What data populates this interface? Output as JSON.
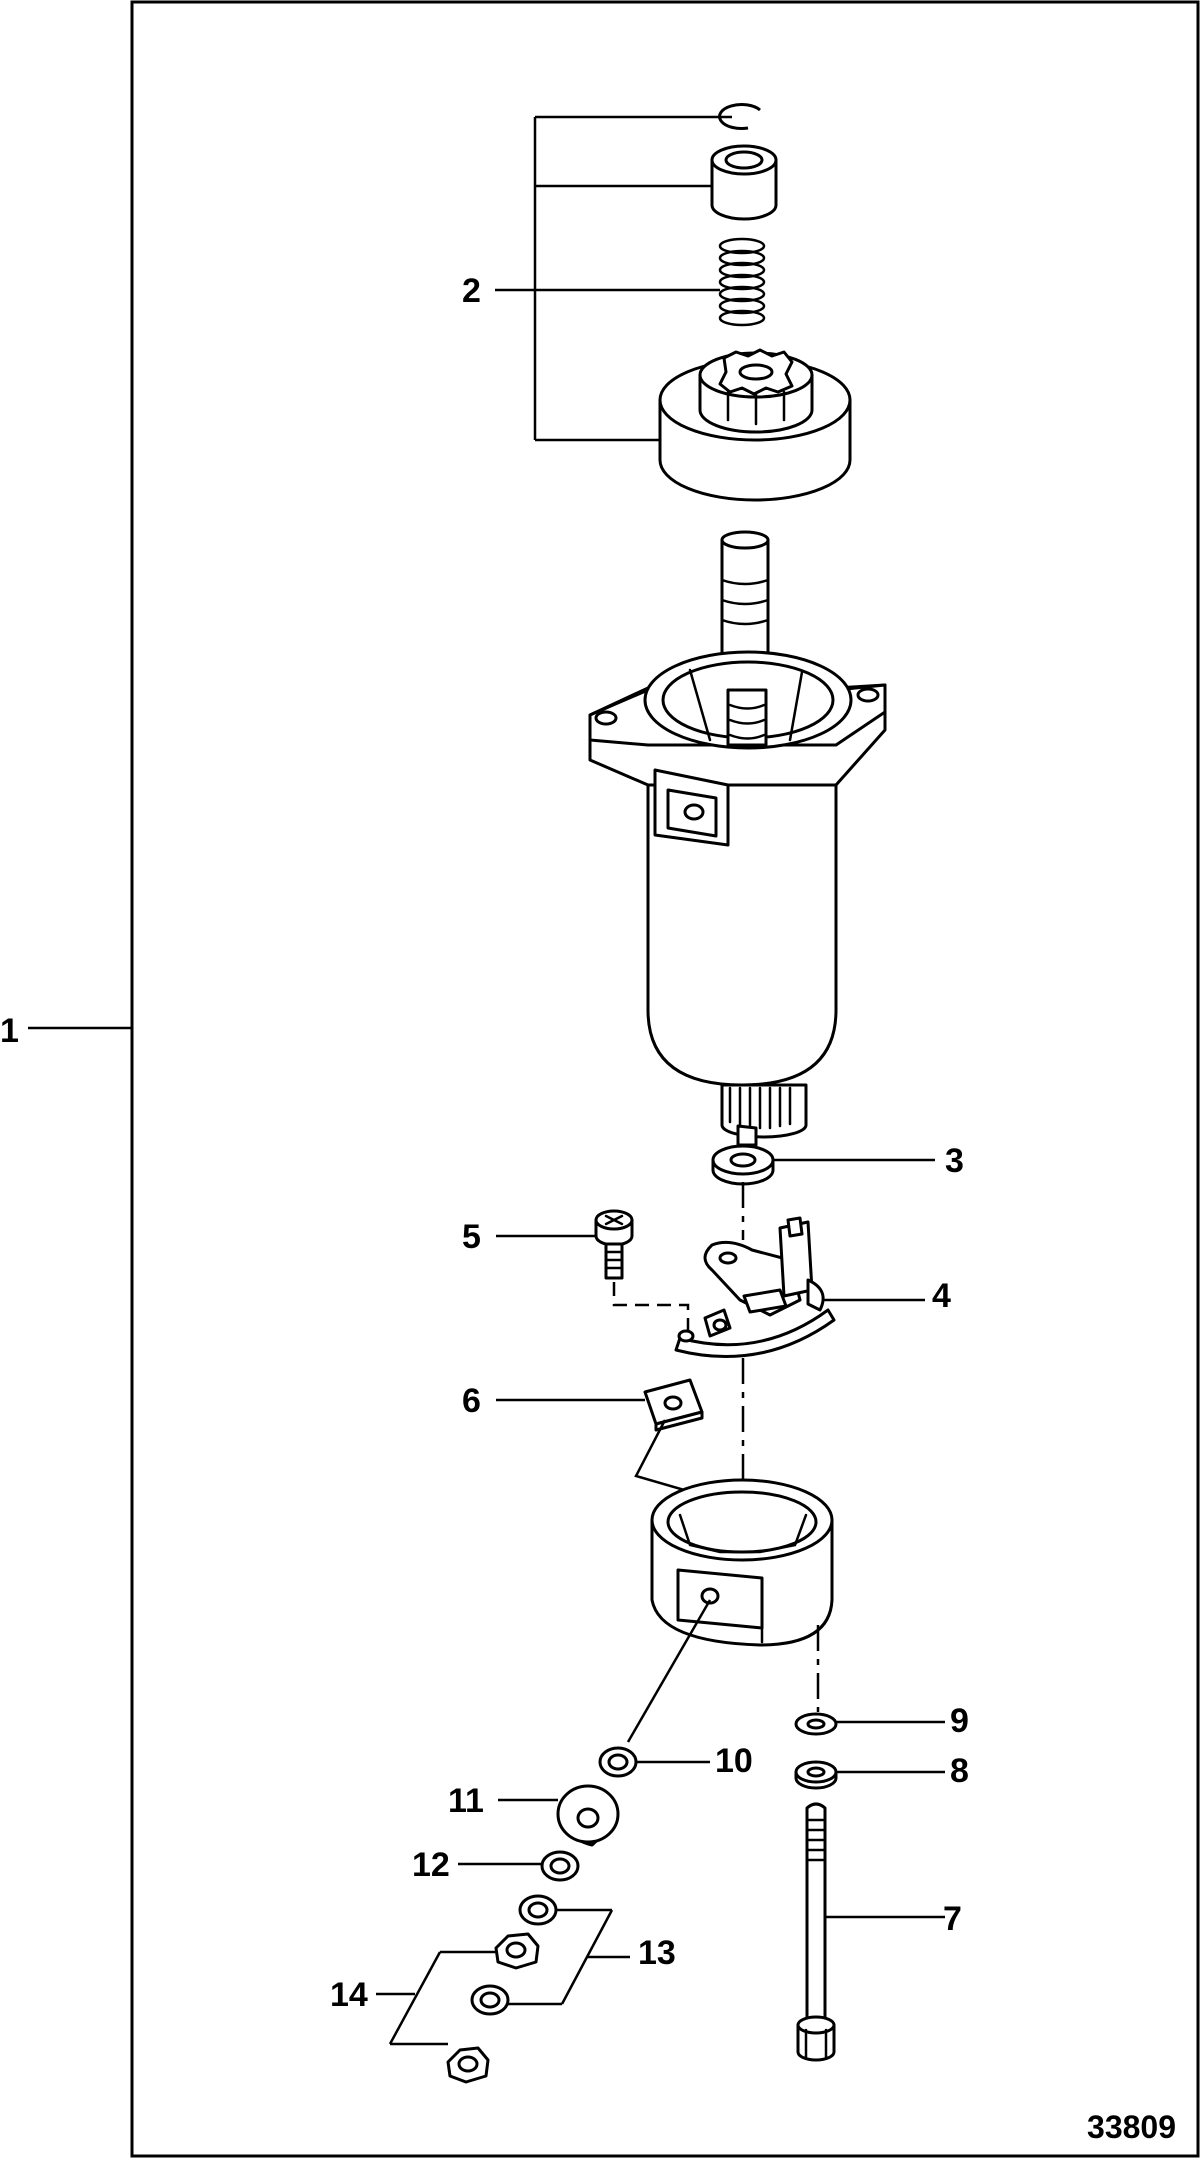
{
  "diagram": {
    "figure_number": "33809",
    "callouts": {
      "c1": "1",
      "c2": "2",
      "c3": "3",
      "c4": "4",
      "c5": "5",
      "c6": "6",
      "c7": "7",
      "c8": "8",
      "c9": "9",
      "c10": "10",
      "c11": "11",
      "c12": "12",
      "c13": "13",
      "c14": "14"
    }
  }
}
